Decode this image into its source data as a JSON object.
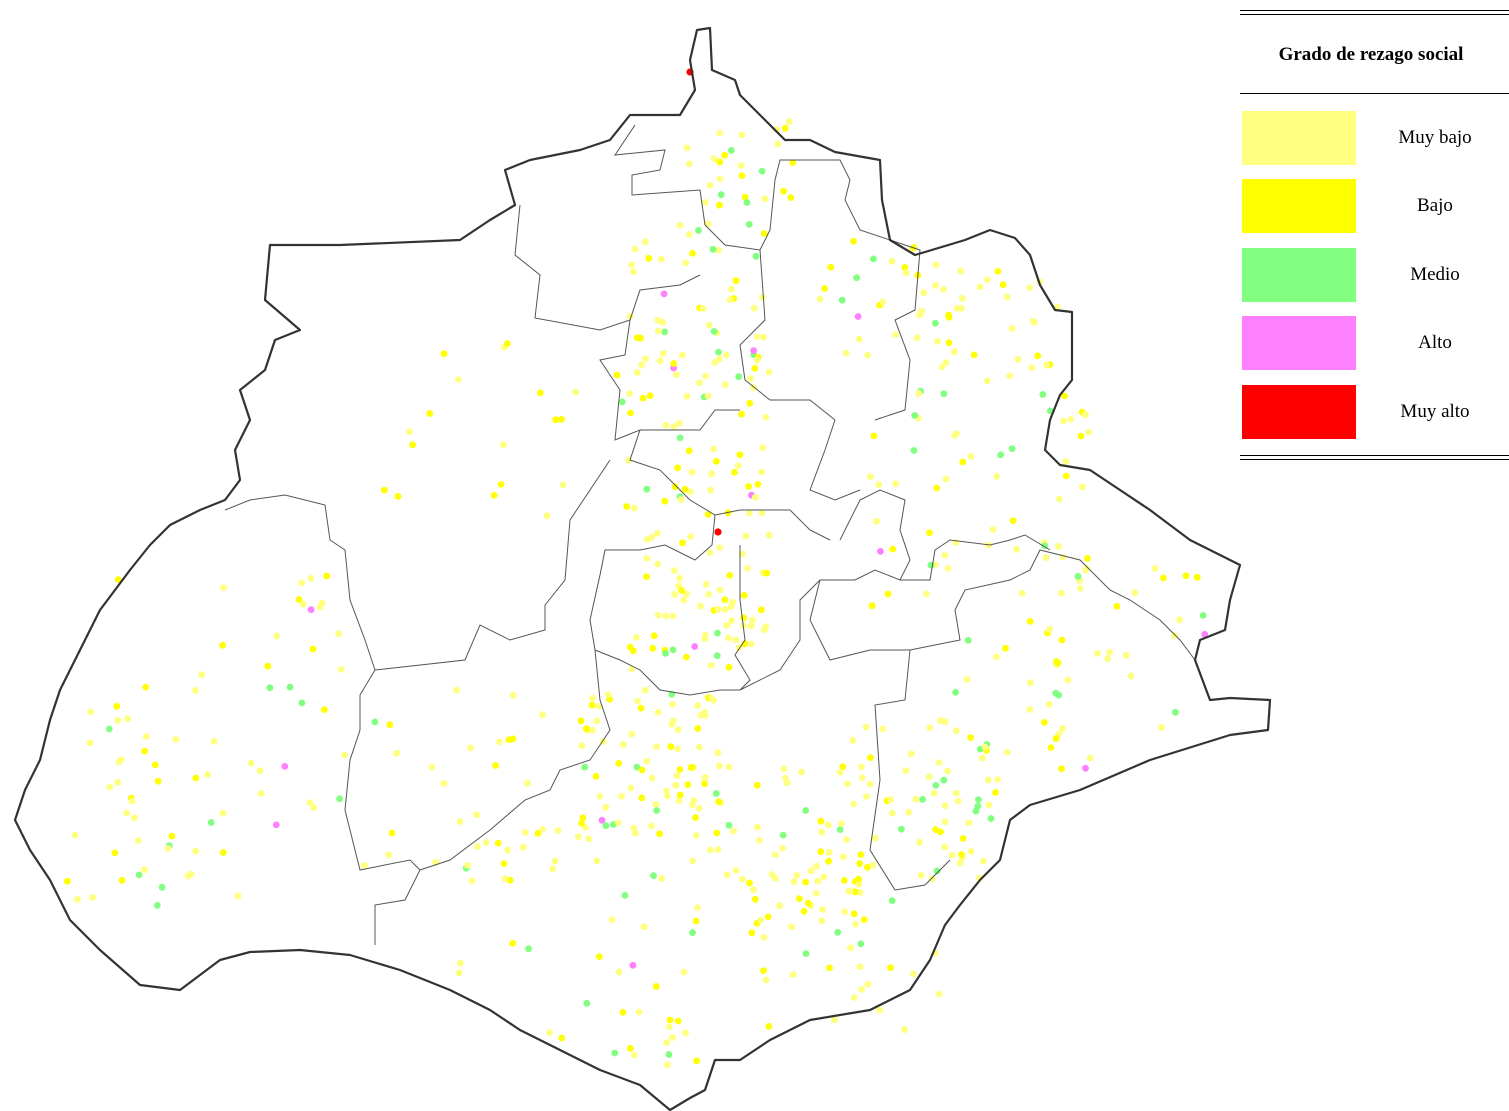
{
  "legend": {
    "title": "Grado de rezago social",
    "items": [
      {
        "label": "Muy bajo",
        "color": "#ffff80"
      },
      {
        "label": "Bajo",
        "color": "#ffff00"
      },
      {
        "label": "Medio",
        "color": "#80ff80"
      },
      {
        "label": "Alto",
        "color": "#ff80ff"
      },
      {
        "label": "Muy alto",
        "color": "#ff0000"
      }
    ]
  },
  "map_style": {
    "outline_color": "#333333",
    "border_color": "#555555"
  }
}
